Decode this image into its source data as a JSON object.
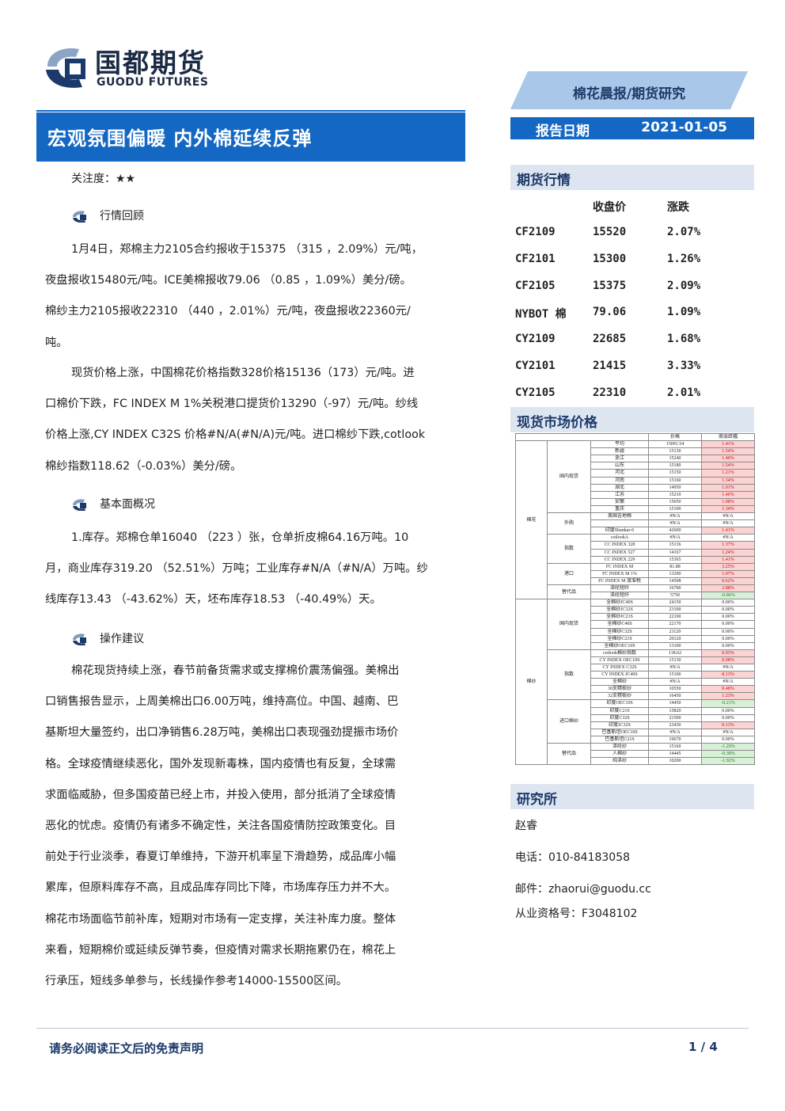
{
  "header": {
    "logo_cn": "国都期货",
    "logo_en": "GUODU FUTURES",
    "tag": "棉花晨报/期货研究",
    "title": "宏观氛围偏暖 内外棉延续反弹",
    "date_label": "报告日期",
    "date": "2021-01-05"
  },
  "attention": "关注度：★★",
  "sections": {
    "review": {
      "heading": "行情回顾",
      "p1_lines": [
        "1月4日，郑棉主力2105合约报收于15375 （315 ，2.09%）元/吨，",
        "夜盘报收15480元/吨。ICE美棉报收79.06 （0.85 ，1.09%）美分/磅。",
        "棉纱主力2105报收22310 （440 ，2.01%）元/吨，夜盘报收22360元/",
        "吨。"
      ],
      "p2_lines": [
        "现货价格上涨，中国棉花价格指数328价格15136（173）元/吨。进",
        "口棉价下跌，FC INDEX M 1%关税港口提货价13290（-97）元/吨。纱线",
        "价格上涨,CY INDEX C32S 价格#N/A(#N/A)元/吨。进口棉纱下跌,cotlook",
        "棉纱指数118.62（-0.03%）美分/磅。"
      ]
    },
    "fundamental": {
      "heading": "基本面概况",
      "lines": [
        "1.库存。郑棉仓单16040 （223 ）张，仓单折皮棉64.16万吨。10",
        "月，商业库存319.20 （52.51%）万吨；工业库存#N/A（#N/A）万吨。纱",
        "线库存13.43 （-43.62%）天，坯布库存18.53 （-40.49%）天。"
      ]
    },
    "advice": {
      "heading": "操作建议",
      "lines": [
        "棉花现货持续上涨，春节前备货需求或支撑棉价震荡偏强。美棉出",
        "口销售报告显示，上周美棉出口6.00万吨，维持高位。中国、越南、巴",
        "基斯坦大量签约，出口净销售6.28万吨，美棉出口表现强劲提振市场价",
        "格。全球疫情继续恶化，国外发现新毒株，国内疫情也有反复，全球需",
        "求面临威胁，但多国疫苗已经上市，并投入使用，部分抵消了全球疫情",
        "恶化的忧虑。疫情仍有诸多不确定性，关注各国疫情防控政策变化。目",
        "前处于行业淡季，春夏订单维持，下游开机率呈下滑趋势，成品库小幅",
        "累库，但原料库存不高，且成品库存同比下降，市场库存压力并不大。",
        "棉花市场面临节前补库，短期对市场有一定支撑，关注补库力度。整体",
        "来看，短期棉价或延续反弹节奏，但疫情对需求长期拖累仍在，棉花上",
        "行承压，短线多单参与，长线操作参考14000-15500区间。"
      ]
    }
  },
  "futures": {
    "heading": "期货行情",
    "col_close": "收盘价",
    "col_change": "涨跌",
    "rows": [
      {
        "name": "CF2109",
        "close": "15520",
        "change": "2.07%"
      },
      {
        "name": "CF2101",
        "close": "15300",
        "change": "1.26%"
      },
      {
        "name": "CF2105",
        "close": "15375",
        "change": "2.09%"
      },
      {
        "name": "NYBOT 棉",
        "close": "79.06",
        "change": "1.09%"
      },
      {
        "name": "CY2109",
        "close": "22685",
        "change": "1.68%"
      },
      {
        "name": "CY2101",
        "close": "21415",
        "change": "3.33%"
      },
      {
        "name": "CY2105",
        "close": "22310",
        "change": "2.01%"
      }
    ]
  },
  "spot": {
    "heading": "现货市场价格",
    "col_price": "价格",
    "col_change": "周涨跌幅",
    "groups": [
      {
        "name": "棉花",
        "subs": [
          {
            "name": "国内现货",
            "rows": [
              [
                "平均",
                "15091.54",
                "1.41%"
              ],
              [
                "新疆",
                "15130",
                "1.54%"
              ],
              [
                "浙江",
                "15240",
                "1.40%"
              ],
              [
                "山东",
                "15180",
                "1.54%"
              ],
              [
                "河北",
                "15150",
                "1.21%"
              ],
              [
                "河南",
                "15160",
                "1.34%"
              ],
              [
                "湖北",
                "14950",
                "1.01%"
              ],
              [
                "江苏",
                "15210",
                "1.46%"
              ],
              [
                "安徽",
                "15050",
                "1.08%"
              ],
              [
                "重庆",
                "15100",
                "1.34%"
              ]
            ]
          },
          {
            "name": "外购",
            "rows": [
              [
                "美国吉地梅",
                "#N/A",
                "#N/A"
              ],
              [
                "",
                "#N/A",
                "#N/A"
              ],
              [
                "印度Shankar-6",
                "42600",
                "1.41%"
              ]
            ]
          },
          {
            "name": "指数",
            "rows": [
              [
                "cotlookA",
                "#N/A",
                "#N/A"
              ],
              [
                "CC INDEX 328",
                "15136",
                "1.37%"
              ],
              [
                "CC INDEX 527",
                "14167",
                "1.24%"
              ],
              [
                "CC INDEX 229",
                "15365",
                "1.41%"
              ]
            ]
          },
          {
            "name": "港口",
            "rows": [
              [
                "FC INDEX M",
                "81.88",
                "3.25%"
              ],
              [
                "FC INDEX M 1%",
                "13290",
                "1.07%"
              ],
              [
                "FC INDEX M 滑准税",
                "14508",
                "0.62%"
              ]
            ]
          },
          {
            "name": "替代品",
            "rows": [
              [
                "涤纶短纤",
                "16700",
                "2.88%"
              ],
              [
                "涤纶短纤",
                "5750",
                "-0.86%"
              ]
            ]
          }
        ]
      },
      {
        "name": "棉纱",
        "subs": [
          {
            "name": "国内现货",
            "rows": [
              [
                "全棉纱JC40S",
                "24150",
                "0.00%"
              ],
              [
                "全棉纱JC32S",
                "23100",
                "0.00%"
              ],
              [
                "全棉纱JC21S",
                "22100",
                "0.00%"
              ],
              [
                "全棉纱C40S",
                "22170",
                "0.00%"
              ],
              [
                "全棉纱C32S",
                "21120",
                "0.00%"
              ],
              [
                "全棉纱C21S",
                "20120",
                "0.00%"
              ],
              [
                "全棉纱OEC10S",
                "13100",
                "0.00%"
              ]
            ]
          },
          {
            "name": "指数",
            "rows": [
              [
                "cotlook棉纱指数",
                "118.62",
                "0.93%"
              ],
              [
                "CY INDEX OEC10S",
                "15130",
                "0.08%"
              ],
              [
                "CY INDEX C32S",
                "#N/A",
                "#N/A"
              ],
              [
                "CY INDEX JC40S",
                "15100",
                "8.13%"
              ],
              [
                "全棉纱",
                "#N/A",
                "#N/A"
              ],
              [
                "30支精梳纱",
                "10550",
                "0.48%"
              ],
              [
                "32支精梳纱",
                "16450",
                "1.23%"
              ]
            ]
          },
          {
            "name": "进口棉纱",
            "rows": [
              [
                "印度OEC10S",
                "14450",
                "-0.21%"
              ],
              [
                "印度C21S",
                "15820",
                "0.00%"
              ],
              [
                "印度C32S",
                "21500",
                "0.00%"
              ],
              [
                "印度JC32S",
                "23430",
                "0.13%"
              ],
              [
                "巴基斯坦OEC10S",
                "#N/A",
                "#N/A"
              ],
              [
                "巴基斯坦C21S",
                "19670",
                "0.00%"
              ]
            ]
          },
          {
            "name": "替代品",
            "rows": [
              [
                "涤纶纱",
                "15160",
                "-1.29%"
              ],
              [
                "人棉纱",
                "14445",
                "-0.38%"
              ],
              [
                "纯涤纱",
                "10200",
                "-1.92%"
              ]
            ]
          }
        ]
      }
    ]
  },
  "research": {
    "heading": "研究所",
    "name": "赵睿",
    "phone": "电话：010-84183058",
    "email": "邮件：zhaorui@guodu.cc",
    "license": "从业资格号：F3048102"
  },
  "footer": {
    "disclaimer": "请务必阅读正文后的免责声明",
    "page": "1 / 4"
  },
  "colors": {
    "brand_blue": "#1467c2",
    "light_blue": "#a9c7e8",
    "panel_head": "#dde6f0",
    "up_red": "#c00000",
    "down_green": "#1a7a1a"
  }
}
